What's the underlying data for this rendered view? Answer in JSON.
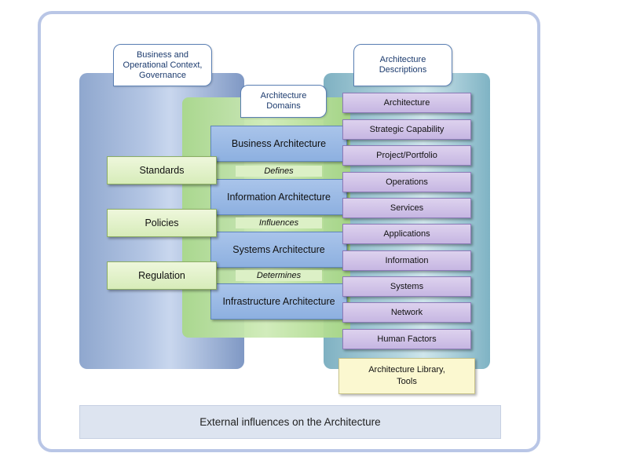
{
  "callouts": {
    "left": "Business and Operational Context, Governance",
    "domains": "Architecture Domains",
    "right": "Architecture Descriptions"
  },
  "domains": [
    "Business Architecture",
    "Information Architecture",
    "Systems Architecture",
    "Infrastructure Architecture"
  ],
  "relations": [
    "Defines",
    "Influences",
    "Determines"
  ],
  "governance": [
    "Standards",
    "Policies",
    "Regulation"
  ],
  "descriptions": [
    "Architecture",
    "Strategic Capability",
    "Project/Portfolio",
    "Operations",
    "Services",
    "Applications",
    "Information",
    "Systems",
    "Network",
    "Human Factors"
  ],
  "library": "Architecture Library, Tools",
  "footer": "External influences on the Architecture",
  "colors": {
    "frame_border": "#b9c6e6",
    "domain_fill": "#a9c4ea",
    "governance_fill": "#d7ecb9",
    "description_fill": "#c6b6e2",
    "library_fill": "#fbf8d0",
    "footer_fill": "#dde4f0"
  }
}
